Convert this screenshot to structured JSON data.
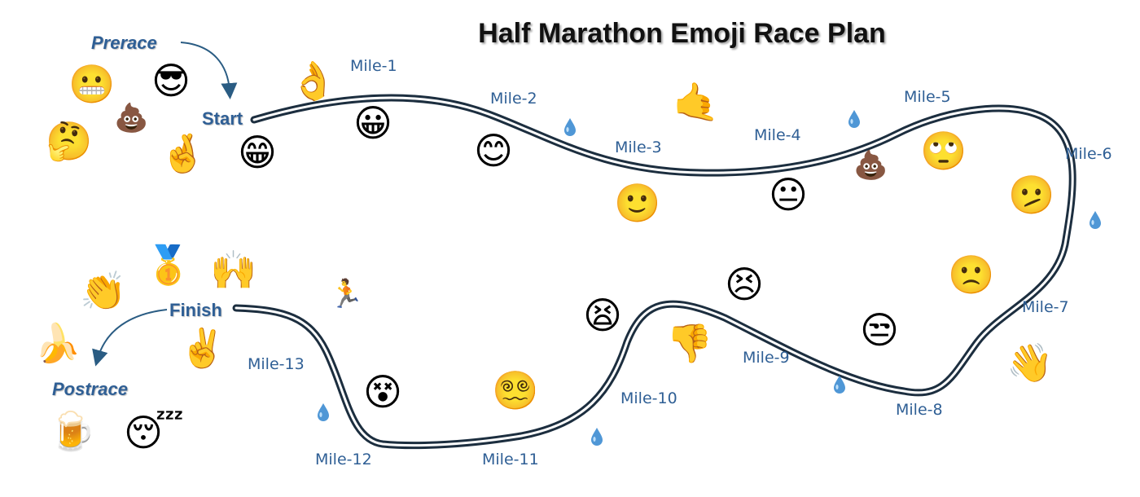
{
  "title": "Half Marathon Emoji Race Plan",
  "phases": {
    "prerace": "Prerace",
    "start": "Start",
    "finish": "Finish",
    "postrace": "Postrace"
  },
  "miles": [
    "Mile-1",
    "Mile-2",
    "Mile-3",
    "Mile-4",
    "Mile-5",
    "Mile-6",
    "Mile-7",
    "Mile-8",
    "Mile-9",
    "Mile-10",
    "Mile-11",
    "Mile-12",
    "Mile-13"
  ],
  "emojis": [
    {
      "name": "grimacing-face-icon",
      "glyph": "😬"
    },
    {
      "name": "sunglasses-face-icon",
      "glyph": "😎"
    },
    {
      "name": "pile-of-poo-icon",
      "glyph": "💩"
    },
    {
      "name": "thinking-face-icon",
      "glyph": "🤔"
    },
    {
      "name": "crossed-fingers-icon",
      "glyph": "🤞"
    },
    {
      "name": "beaming-face-icon",
      "glyph": "😁"
    },
    {
      "name": "ok-hand-icon",
      "glyph": "👌"
    },
    {
      "name": "grinning-face-icon",
      "glyph": "😀"
    },
    {
      "name": "smiling-face-icon",
      "glyph": "😊"
    },
    {
      "name": "slightly-smiling-face-icon",
      "glyph": "🙂"
    },
    {
      "name": "call-me-hand-icon",
      "glyph": "🤙"
    },
    {
      "name": "neutral-face-icon",
      "glyph": "😐"
    },
    {
      "name": "pile-of-poo-icon",
      "glyph": "💩"
    },
    {
      "name": "face-rolling-eyes-icon",
      "glyph": "🙄"
    },
    {
      "name": "unamused-face-icon",
      "glyph": "🫤"
    },
    {
      "name": "frowning-face-icon",
      "glyph": "🙁"
    },
    {
      "name": "pensive-face-icon",
      "glyph": "😒"
    },
    {
      "name": "waving-hand-icon",
      "glyph": "👋"
    },
    {
      "name": "confounded-face-icon",
      "glyph": "😣"
    },
    {
      "name": "tired-face-icon",
      "glyph": "😫"
    },
    {
      "name": "thumbs-down-icon",
      "glyph": "👎"
    },
    {
      "name": "dizzy-face-icon",
      "glyph": "😵"
    },
    {
      "name": "woozy-spiral-face-icon",
      "glyph": "😵‍💫"
    },
    {
      "name": "person-running-icon",
      "glyph": "🏃"
    },
    {
      "name": "clapping-hands-icon",
      "glyph": "👏"
    },
    {
      "name": "first-place-medal-icon",
      "glyph": "🥇"
    },
    {
      "name": "raising-hands-icon",
      "glyph": "🙌"
    },
    {
      "name": "victory-hand-icon",
      "glyph": "✌️"
    },
    {
      "name": "banana-icon",
      "glyph": "🍌"
    },
    {
      "name": "beer-mug-icon",
      "glyph": "🍺"
    },
    {
      "name": "sleeping-face-icon",
      "glyph": "😴"
    }
  ],
  "colors": {
    "route": "#1c2e3f",
    "label": "#2f5f95",
    "water_drop": "#4f97d6"
  }
}
